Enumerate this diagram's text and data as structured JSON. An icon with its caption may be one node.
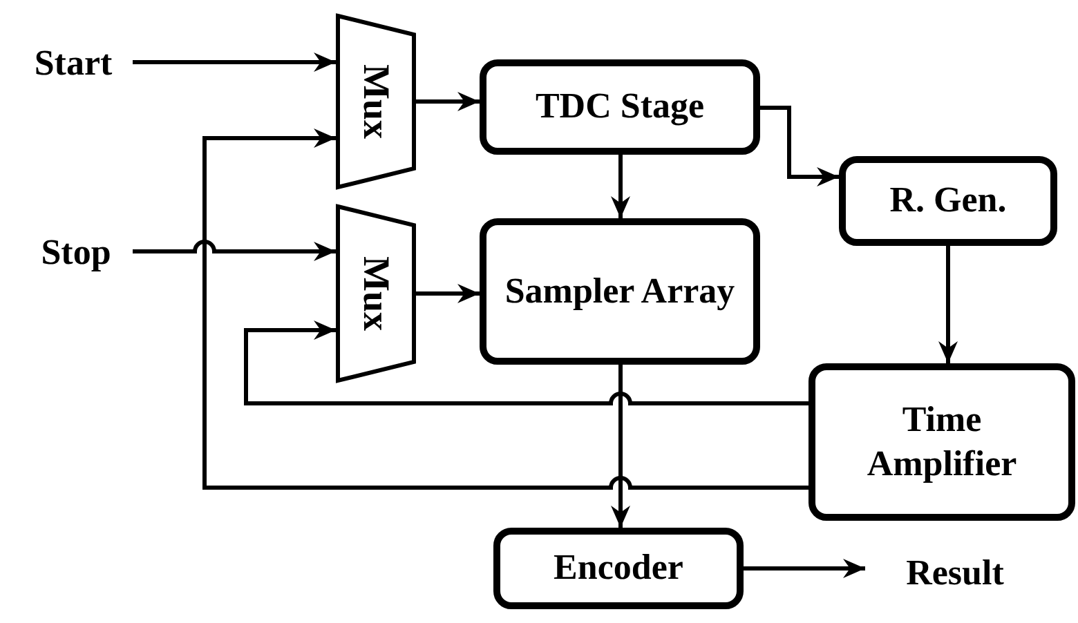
{
  "diagram": {
    "nodes": [
      {
        "text": [
          "Start"
        ]
      },
      {
        "text": [
          "Mux"
        ]
      },
      {
        "text": [
          "TDC Stage"
        ]
      },
      {
        "text": [
          "R. Gen."
        ]
      },
      {
        "text": [
          "Stop"
        ]
      },
      {
        "text": [
          "Mux"
        ]
      },
      {
        "text": [
          "Sampler Array"
        ]
      },
      {
        "text": [
          "Time Amplifier"
        ]
      },
      {
        "text": [
          "Encoder"
        ]
      },
      {
        "text": [
          "Result"
        ]
      }
    ],
    "edges": [
      {
        "from": 0,
        "to": 1,
        "arrow": "to"
      },
      {
        "from": 4,
        "to": 5,
        "arrow": "to"
      },
      {
        "from": 7,
        "to": 1,
        "arrow": "to"
      },
      {
        "from": 7,
        "to": 5,
        "arrow": "to"
      },
      {
        "from": 1,
        "to": 2,
        "arrow": "to"
      },
      {
        "from": 5,
        "to": 6,
        "arrow": "to"
      },
      {
        "from": 2,
        "to": 6,
        "arrow": "to"
      },
      {
        "from": 2,
        "to": 3,
        "arrow": "to"
      },
      {
        "from": 3,
        "to": 7,
        "arrow": "to"
      },
      {
        "from": 6,
        "to": 8,
        "arrow": "to"
      },
      {
        "from": 8,
        "to": 9,
        "arrow": "to"
      }
    ]
  }
}
